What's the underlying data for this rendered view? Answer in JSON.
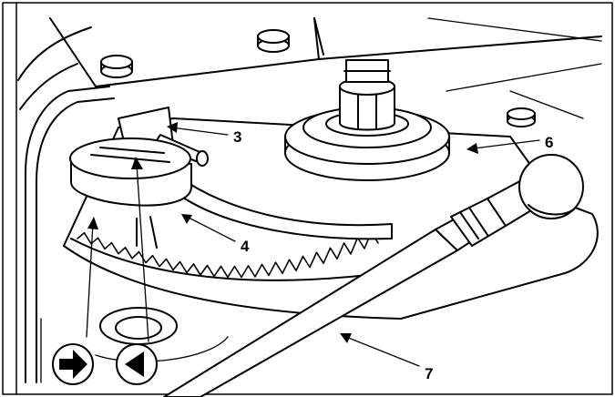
{
  "callouts": [
    {
      "id": "3",
      "label": "3"
    },
    {
      "id": "4",
      "label": "4"
    },
    {
      "id": "6",
      "label": "6"
    },
    {
      "id": "7",
      "label": "7"
    }
  ],
  "direction_symbols": [
    {
      "name": "right-arrow-symbol",
      "glyph": "right"
    },
    {
      "name": "left-arrow-symbol",
      "glyph": "left"
    }
  ],
  "colors": {
    "ink": "#000000",
    "paper": "#ffffff"
  }
}
